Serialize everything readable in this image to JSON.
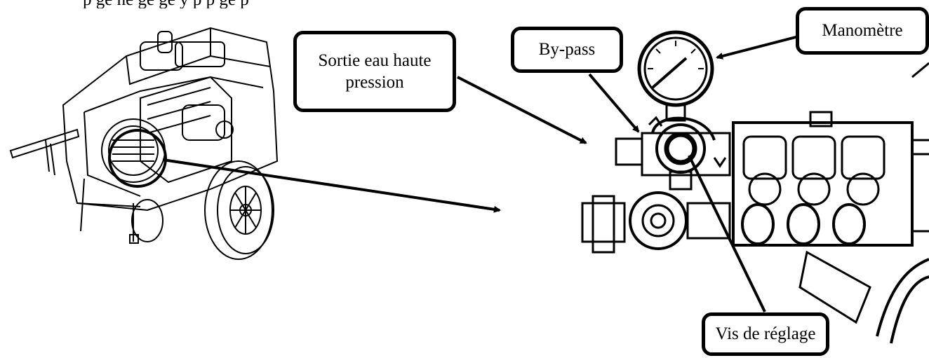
{
  "header_text_cut": "p ge  ne ge ge   y p  p  ge            p",
  "labels": {
    "sortie": "Sortie eau haute pression",
    "bypass": "By-pass",
    "manometre": "Manomètre",
    "vis": "Vis de réglage"
  },
  "colors": {
    "ink": "#000000",
    "background": "#ffffff"
  }
}
